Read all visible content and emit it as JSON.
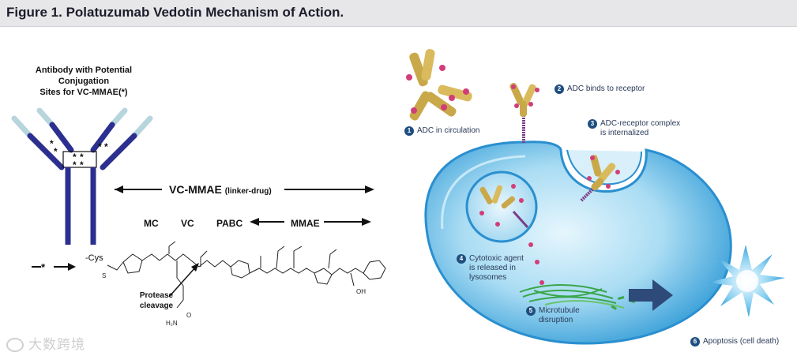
{
  "figure": {
    "title": "Figure 1. Polatuzumab Vedotin Mechanism of Action."
  },
  "antibody": {
    "caption_line1": "Antibody with Potential",
    "caption_line2": "Conjugation",
    "caption_line3": "Sites for VC-MMAE(*)"
  },
  "linker": {
    "label": "VC-MMAE",
    "sublabel": "(linker-drug)",
    "parts": [
      "MC",
      "VC",
      "PABC",
      "MMAE"
    ],
    "attachment": "-Cys",
    "star": "*",
    "protease_line1": "Protease",
    "protease_line2": "cleavage",
    "chem_atoms": {
      "s": "S",
      "oh": "OH",
      "h2n": "H₂N",
      "o": "O"
    }
  },
  "steps": [
    {
      "num": "1",
      "lines": [
        "ADC in circulation"
      ]
    },
    {
      "num": "2",
      "lines": [
        "ADC binds to receptor"
      ]
    },
    {
      "num": "3",
      "lines": [
        "ADC-receptor complex",
        "is internalized"
      ]
    },
    {
      "num": "4",
      "lines": [
        "Cytotoxic agent",
        "is released in",
        "lysosomes"
      ]
    },
    {
      "num": "5",
      "lines": [
        "Microtubule",
        "disruption"
      ]
    },
    {
      "num": "6",
      "lines": [
        "Apoptosis (cell death)"
      ]
    }
  ],
  "watermark": {
    "text": "大数跨境"
  },
  "colors": {
    "antibody_blue": "#2b2f8f",
    "antibody_light": "#b7d5dc",
    "cell_blue": "#3aa0d9",
    "cell_light": "#c8e9f7",
    "adc_gold": "#c9a84a",
    "payload_pink": "#d23d78",
    "step_navy": "#1f4e80",
    "microtubule_green": "#3aa64a",
    "arrow_navy": "#2e4a78"
  }
}
